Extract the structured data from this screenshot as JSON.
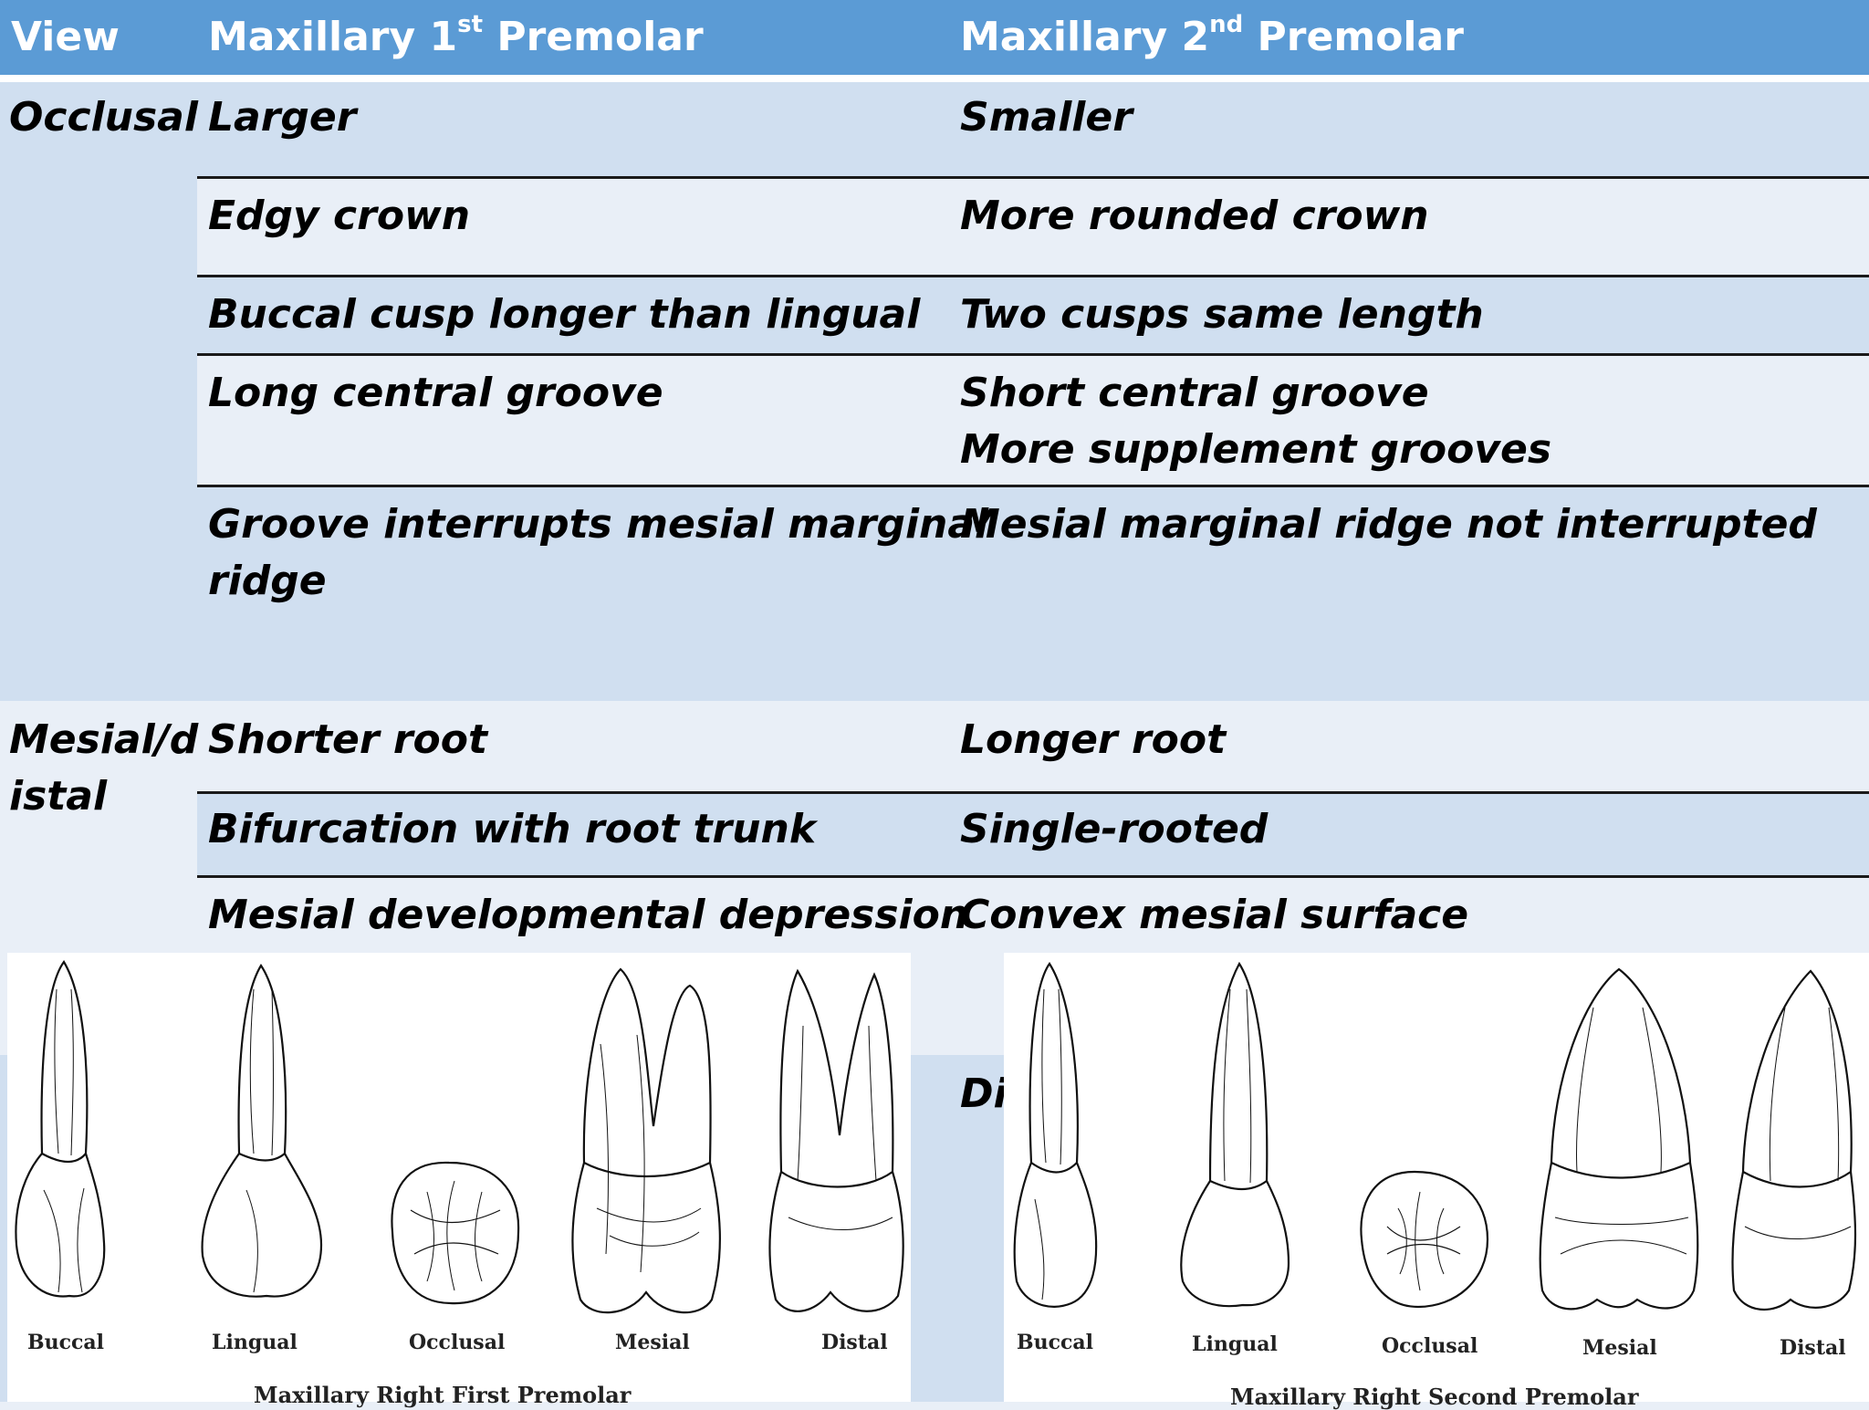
{
  "header": {
    "view": "View",
    "first_base": "Maxillary 1",
    "first_sup": "st",
    "first_tail": " Premolar",
    "second_base": "Maxillary 2",
    "second_sup": "nd",
    "second_tail": " Premolar"
  },
  "sections": {
    "occlusal": "Occlusal",
    "mesial_distal_1": "Mesial/d",
    "mesial_distal_2": "istal",
    "partial": "Di"
  },
  "rows": [
    {
      "first": "Larger",
      "second": "Smaller"
    },
    {
      "first": "Edgy crown",
      "second": "More rounded crown"
    },
    {
      "first": "Buccal cusp longer than lingual",
      "second": "Two cusps same length"
    },
    {
      "first": "Long central groove",
      "second": "Short central groove",
      "second_2": "More supplement grooves"
    },
    {
      "first": "Groove interrupts mesial marginal",
      "first_2": "ridge",
      "second": "Mesial marginal ridge not interrupted"
    },
    {
      "first": "Shorter root",
      "second": "Longer root"
    },
    {
      "first": "Bifurcation with root trunk",
      "second": "Single-rooted"
    },
    {
      "first": "Mesial developmental depression",
      "second": "Convex mesial surface"
    }
  ],
  "figure_first": {
    "labels": [
      "Buccal",
      "Lingual",
      "Occlusal",
      "Mesial",
      "Distal"
    ],
    "caption": "Maxillary Right First Premolar"
  },
  "figure_second": {
    "labels": [
      "Buccal",
      "Lingual",
      "Occlusal",
      "Mesial",
      "Distal"
    ],
    "caption": "Maxillary Right Second Premolar"
  }
}
